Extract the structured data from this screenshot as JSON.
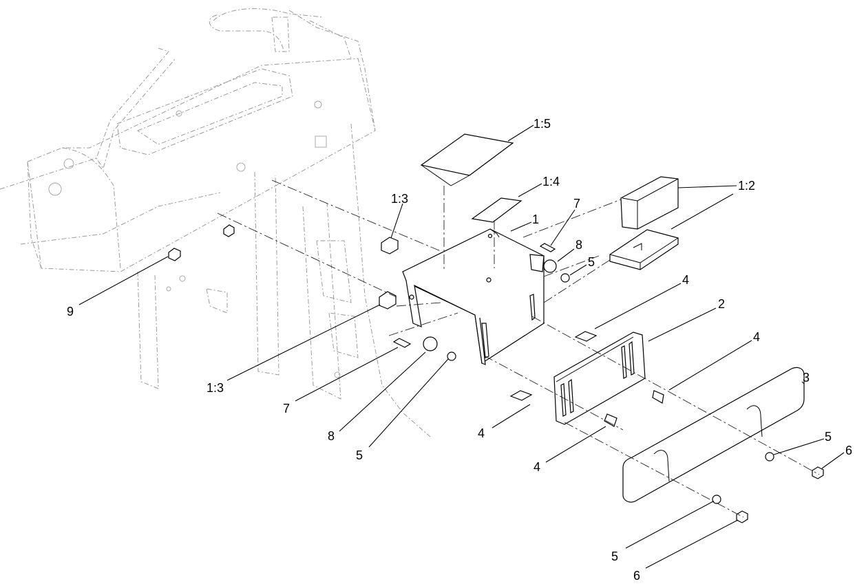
{
  "callouts": [
    {
      "id": "c-1-5",
      "text": "1:5"
    },
    {
      "id": "c-1-4",
      "text": "1:4"
    },
    {
      "id": "c-1-2",
      "text": "1:2"
    },
    {
      "id": "c-1-3-top",
      "text": "1:3"
    },
    {
      "id": "c-1",
      "text": "1"
    },
    {
      "id": "c-7-top",
      "text": "7"
    },
    {
      "id": "c-8-top",
      "text": "8"
    },
    {
      "id": "c-5-top",
      "text": "5"
    },
    {
      "id": "c-4-a",
      "text": "4"
    },
    {
      "id": "c-2",
      "text": "2"
    },
    {
      "id": "c-4-b",
      "text": "4"
    },
    {
      "id": "c-3",
      "text": "3"
    },
    {
      "id": "c-9",
      "text": "9"
    },
    {
      "id": "c-1-3-bottom",
      "text": "1:3"
    },
    {
      "id": "c-7-bottom",
      "text": "7"
    },
    {
      "id": "c-8-bottom",
      "text": "8"
    },
    {
      "id": "c-5-bottom",
      "text": "5"
    },
    {
      "id": "c-4-c",
      "text": "4"
    },
    {
      "id": "c-4-d",
      "text": "4"
    },
    {
      "id": "c-5-right",
      "text": "5"
    },
    {
      "id": "c-6-right",
      "text": "6"
    },
    {
      "id": "c-5-low",
      "text": "5"
    },
    {
      "id": "c-6-low",
      "text": "6"
    }
  ]
}
